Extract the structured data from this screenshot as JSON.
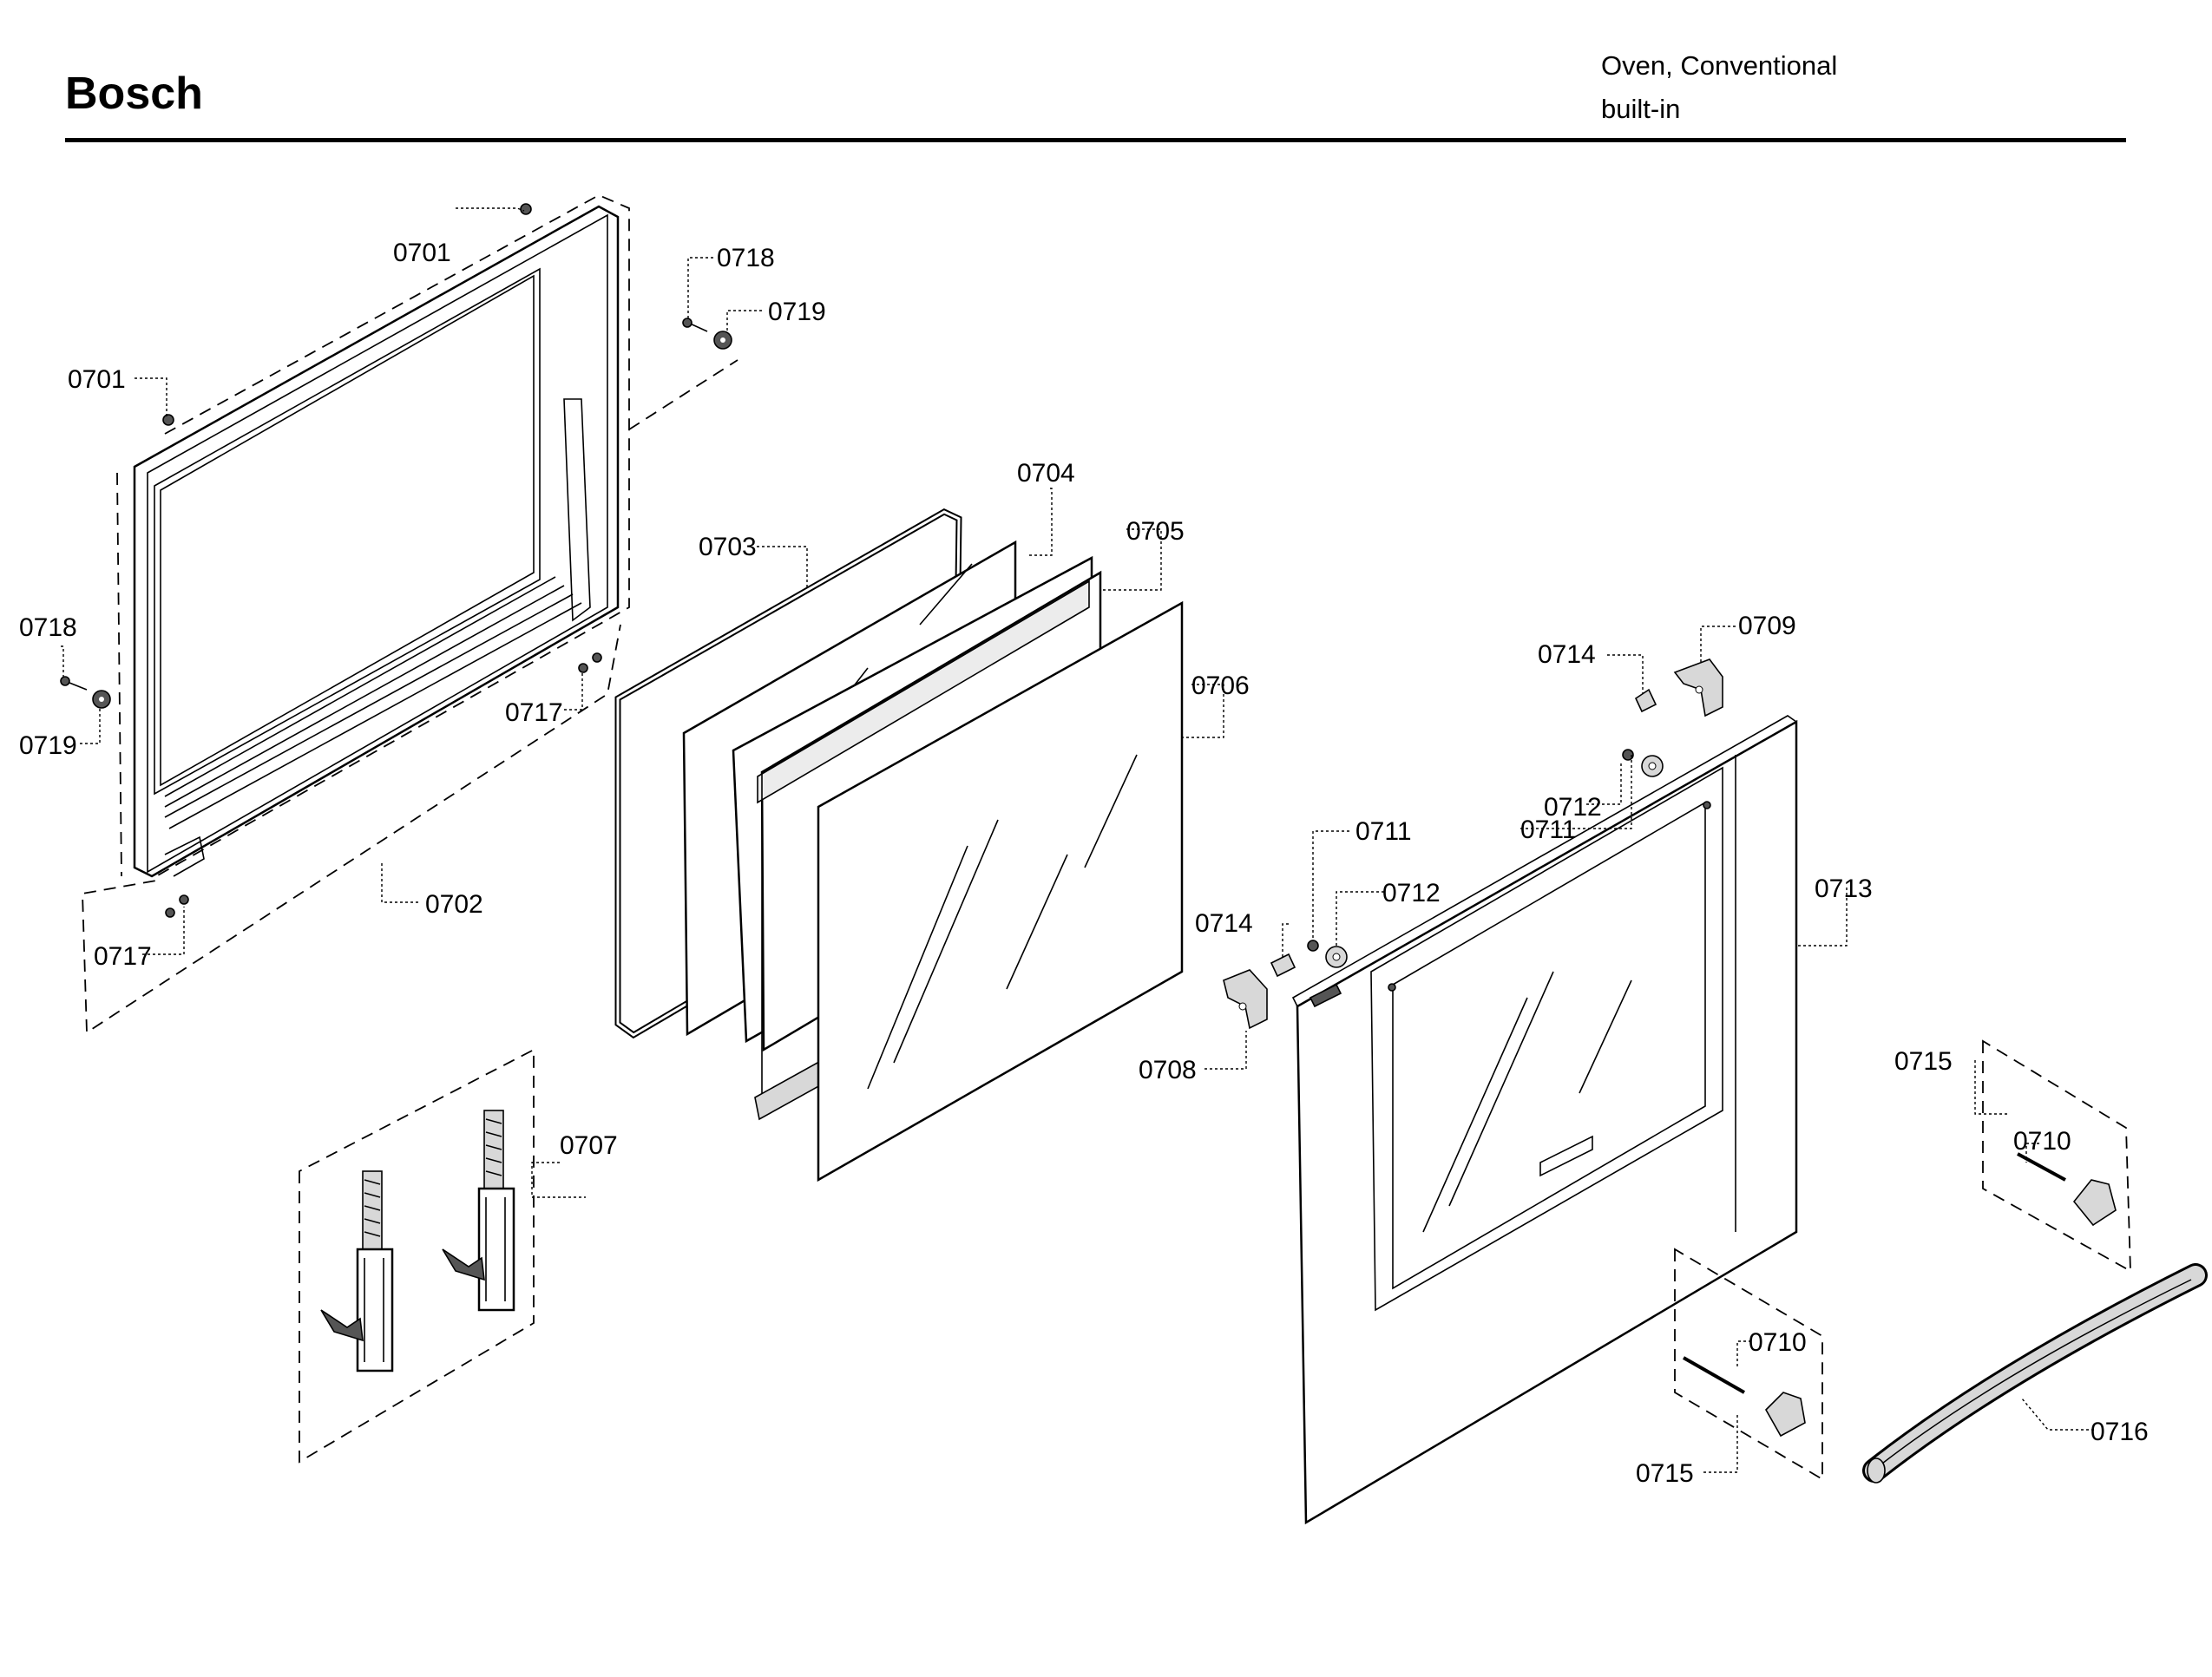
{
  "header": {
    "brand": "Bosch",
    "product_line1": "Oven, Conventional",
    "product_line2": "built-in"
  },
  "callouts": {
    "c0701a": "0701",
    "c0701b": "0701",
    "c0718a": "0718",
    "c0719a": "0719",
    "c0718b": "0718",
    "c0719b": "0719",
    "c0717a": "0717",
    "c0717b": "0717",
    "c0702": "0702",
    "c0703": "0703",
    "c0704": "0704",
    "c0705": "0705",
    "c0706": "0706",
    "c0707": "0707",
    "c0708": "0708",
    "c0709": "0709",
    "c0710a": "0710",
    "c0710b": "0710",
    "c0711a": "0711",
    "c0711b": "0711",
    "c0712a": "0712",
    "c0712b": "0712",
    "c0713": "0713",
    "c0714a": "0714",
    "c0714b": "0714",
    "c0715a": "0715",
    "c0715b": "0715",
    "c0716": "0716"
  }
}
